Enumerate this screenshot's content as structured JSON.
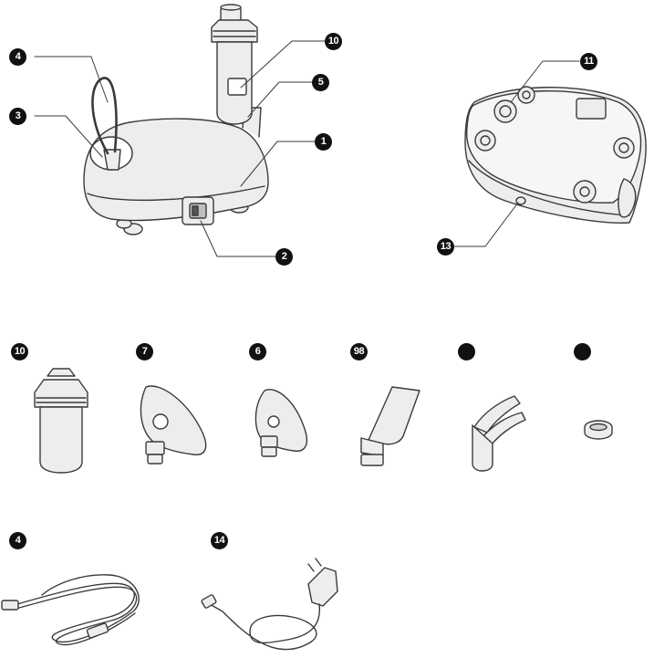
{
  "colors": {
    "line": "#3a3a3a",
    "fill": "#ededed",
    "badge": "#111111",
    "badge_text": "#ffffff"
  },
  "callouts": {
    "device_1": "1",
    "device_2": "2",
    "device_3": "3",
    "device_4": "4",
    "device_5": "5",
    "device_10": "10",
    "rear_11": "11",
    "rear_13": "13",
    "acc_nebulizer": "10",
    "acc_adult_mask": "7",
    "acc_child_mask": "6",
    "acc_mouthpiece": "98",
    "acc_nosepiece": "",
    "acc_filter": "",
    "acc_tube": "4",
    "acc_adapter": "14"
  }
}
